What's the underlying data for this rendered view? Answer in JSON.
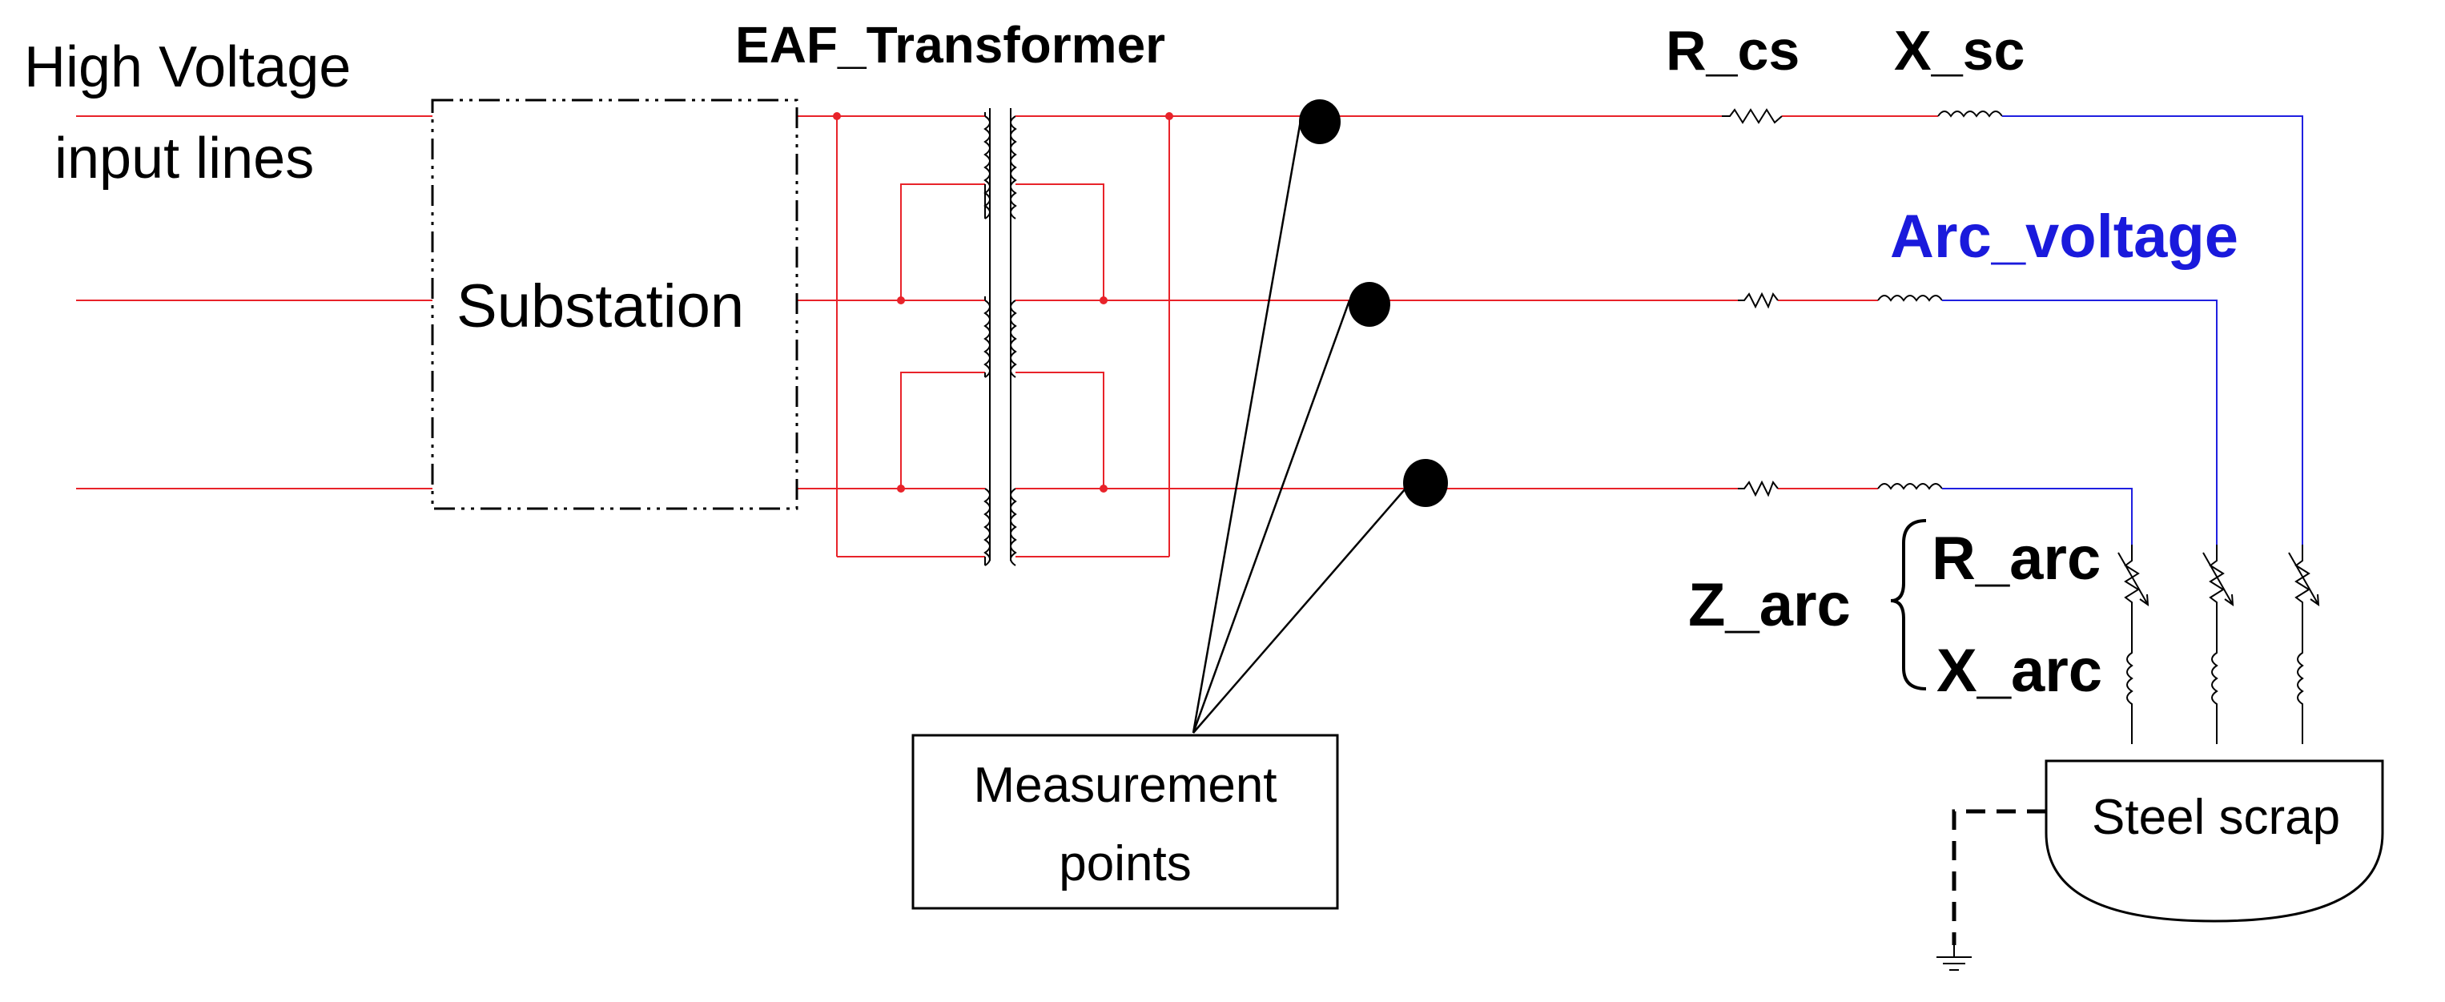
{
  "labels": {
    "input_lines_line1": "High Voltage",
    "input_lines_line2": "input lines",
    "substation": "Substation",
    "transformer": "EAF_Transformer",
    "r_cs": "R_cs",
    "x_sc": "X_sc",
    "arc_voltage": "Arc_voltage",
    "z_arc": "Z_arc",
    "r_arc": "R_arc",
    "x_arc": "X_arc",
    "measurement_line1": "Measurement",
    "measurement_line2": "points",
    "steel_scrap": "Steel scrap"
  },
  "colors": {
    "primary_lines": "#e8232a",
    "arc_lines": "#2020e0",
    "arc_voltage_text": "#1a1adc",
    "components": "#000000"
  }
}
